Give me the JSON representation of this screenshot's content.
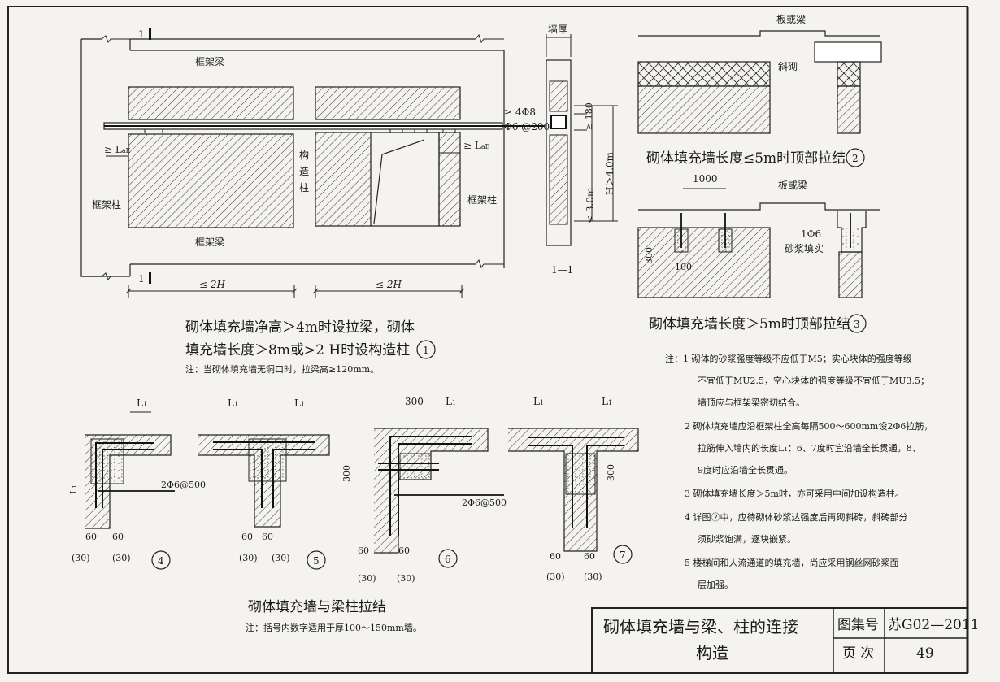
{
  "detail1": {
    "section_mark_top": "1",
    "section_mark_bottom": "1",
    "frame_beam_top": "框架梁",
    "frame_beam_bottom": "框架梁",
    "frame_column_left": "框架柱",
    "frame_column_right": "框架柱",
    "construct_column": [
      "构",
      "造",
      "柱"
    ],
    "la_left": "≥ L",
    "la_left_sub": "aE",
    "la_right": "≥ L",
    "la_right_sub": "aE",
    "dim_left": "≤ 2H",
    "dim_right": "≤ 2H",
    "caption_line1": "砌体填充墙净高＞4m时设拉梁，砌体",
    "caption_line2": "填充墙长度＞8m或>2 H时设构造柱",
    "caption_num": "1",
    "note": "注：当砌体填充墙无洞口时，拉梁高≥120mm。"
  },
  "section11": {
    "wall_thickness": "墙厚",
    "rebar1": "≥ 4Φ8",
    "rebar2": "Φ6 @200",
    "dim_180": "≥ 180",
    "dim_h": "H＞4.0m",
    "dim_3": "≤ 3.0m",
    "label": "1—1"
  },
  "detail2": {
    "slab": "板或梁",
    "oblique": "斜砌",
    "caption": "砌体填充墙长度≤5m时顶部拉结",
    "num": "2"
  },
  "detail3": {
    "dim_1000": "1000",
    "slab": "板或梁",
    "rebar": "1Φ6",
    "mortar": "砂浆填实",
    "dim_300": "300",
    "dim_100": "100",
    "caption": "砌体填充墙长度＞5m时顶部拉结",
    "num": "3"
  },
  "notes": [
    "注：1  砌体的砂浆强度等级不应低于M5；实心块体的强度等级",
    "不宜低于MU2.5，空心块体的强度等级不宜低于MU3.5；",
    "墙顶应与框架梁密切结合。",
    "2  砌体填充墙应沿框架柱全高每隔500～600mm设2Φ6拉筋，",
    "拉筋伸入墙内的长度L₁：6、7度时宜沿墙全长贯通，8、",
    "9度时应沿墙全长贯通。",
    "3  砌体填充墙长度＞5m时，亦可采用中间加设构造柱。",
    "4  详图②中，应待砌体砂浆达强度后再砌斜砖，斜砖部分",
    "须砂浆饱满，逐块嵌紧。",
    "5  楼梯间和人流通道的填充墙，尚应采用钢丝网砂浆面",
    "层加强。"
  ],
  "details_bottom": {
    "l1": "L",
    "l1_sub": "1",
    "rebar": "2Φ6@500",
    "dim_300": "300",
    "dim_60": "60",
    "dim_30": "(30)",
    "num4": "4",
    "num5": "5",
    "num6": "6",
    "num7": "7",
    "caption": "砌体填充墙与梁柱拉结",
    "note": "注：括号内数字适用于厚100～150mm墙。"
  },
  "titleblock": {
    "title_line1": "砌体填充墙与梁、柱的连接",
    "title_line2": "构造",
    "atlas_label": "图集号",
    "atlas_value": "苏G02—2011",
    "page_label": "页  次",
    "page_value": "49"
  }
}
